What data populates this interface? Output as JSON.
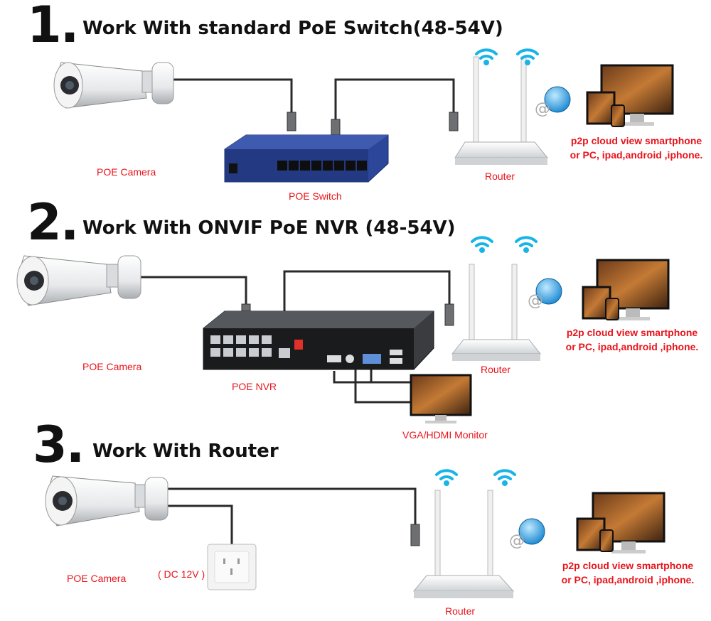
{
  "sections": [
    {
      "number": "1.",
      "title": "Work With standard PoE Switch(48-54V)"
    },
    {
      "number": "2.",
      "title": "Work With ONVIF PoE NVR (48-54V)"
    },
    {
      "number": "3.",
      "title": "Work With Router"
    }
  ],
  "labels": {
    "poe_camera": "POE Camera",
    "poe_switch": "POE Switch",
    "router": "Router",
    "poe_nvr": "POE NVR",
    "monitor": "VGA/HDMI Monitor",
    "dc": "( DC 12V )",
    "p2p_line1": "p2p cloud view smartphone",
    "p2p_line2": "or PC, ipad,android ,iphone."
  },
  "colors": {
    "label_red": "#e8141b",
    "cable": "#2a2a2a",
    "switch_blue": "#233a82",
    "wifi_cyan": "#18b4e8"
  }
}
